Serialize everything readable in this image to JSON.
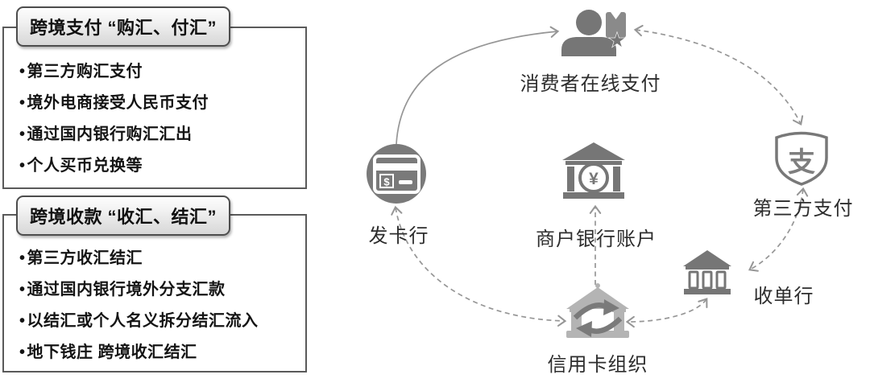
{
  "left_panel": {
    "boxes": [
      {
        "title": "跨境支付 “购汇、付汇”",
        "items": [
          "第三方购汇支付",
          "境外电商接受人民币支付",
          "通过国内银行购汇汇出",
          "个人买币兑换等"
        ]
      },
      {
        "title": "跨境收款 “收汇、结汇”",
        "items": [
          "第三方收汇结汇",
          "通过国内银行境外分支汇款",
          "以结汇或个人名义拆分结汇流入",
          "地下钱庄 跨境收汇结汇"
        ]
      }
    ]
  },
  "diagram": {
    "nodes": {
      "consumer": {
        "label": "消费者在线支付",
        "badge_glyph": "★"
      },
      "third_party": {
        "label": "第三方支付",
        "glyph": "支"
      },
      "acquirer": {
        "label": "收单行"
      },
      "merchant_bank": {
        "label": "商户银行账户",
        "glyph": "¥"
      },
      "card_org": {
        "label": "信用卡组织"
      },
      "issuer": {
        "label": "发卡行",
        "glyph": "$"
      }
    },
    "edges": [
      {
        "from": "发卡行",
        "to": "消费者在线支付",
        "style": "solid",
        "direction": "one-way"
      },
      {
        "from": "消费者在线支付",
        "to": "第三方支付",
        "style": "dashed",
        "direction": "two-way"
      },
      {
        "from": "第三方支付",
        "to": "收单行",
        "style": "dashed",
        "direction": "two-way"
      },
      {
        "from": "收单行",
        "to": "信用卡组织",
        "style": "dashed",
        "direction": "two-way"
      },
      {
        "from": "信用卡组织",
        "to": "发卡行",
        "style": "dashed",
        "direction": "two-way"
      },
      {
        "from": "信用卡组织",
        "to": "商户银行账户",
        "style": "dashed",
        "direction": "one-way"
      }
    ]
  },
  "colors": {
    "icon_gray": "#767676",
    "icon_light_gray": "#b4b4b4",
    "arrow_gray": "#969696",
    "text": "#2d2d2d",
    "box_border": "#5a5a5a",
    "header_border": "#4d4d4d"
  }
}
